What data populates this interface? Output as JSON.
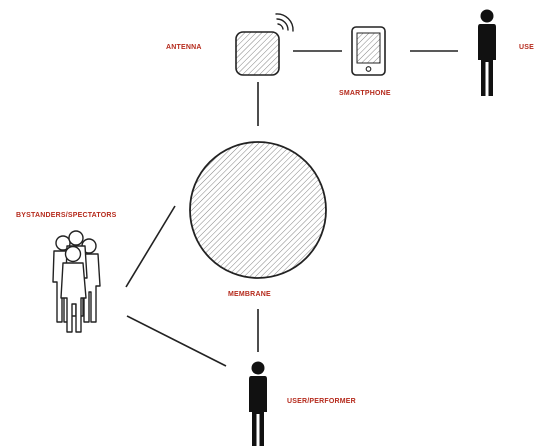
{
  "labels": {
    "antenna": "ANTENNA",
    "smartphone": "SMARTPHONE",
    "user": "USE",
    "bystanders": "BYSTANDERS/SPECTATORS",
    "membrane": "MEMBRANE",
    "performer": "USER/PERFORMER"
  },
  "nodes": [
    {
      "id": "antenna",
      "icon": "antenna-icon"
    },
    {
      "id": "smartphone",
      "icon": "smartphone-icon"
    },
    {
      "id": "user",
      "icon": "person-icon"
    },
    {
      "id": "membrane",
      "icon": "membrane-circle"
    },
    {
      "id": "bystanders",
      "icon": "group-icon"
    },
    {
      "id": "performer",
      "icon": "person-icon"
    }
  ],
  "edges": [
    [
      "antenna",
      "smartphone"
    ],
    [
      "smartphone",
      "user"
    ],
    [
      "antenna",
      "membrane"
    ],
    [
      "bystanders",
      "membrane"
    ],
    [
      "bystanders",
      "performer"
    ],
    [
      "membrane",
      "performer"
    ]
  ],
  "colors": {
    "label": "#b52a1c",
    "stroke": "#222222",
    "figure": "#111111",
    "background": "#ffffff"
  }
}
